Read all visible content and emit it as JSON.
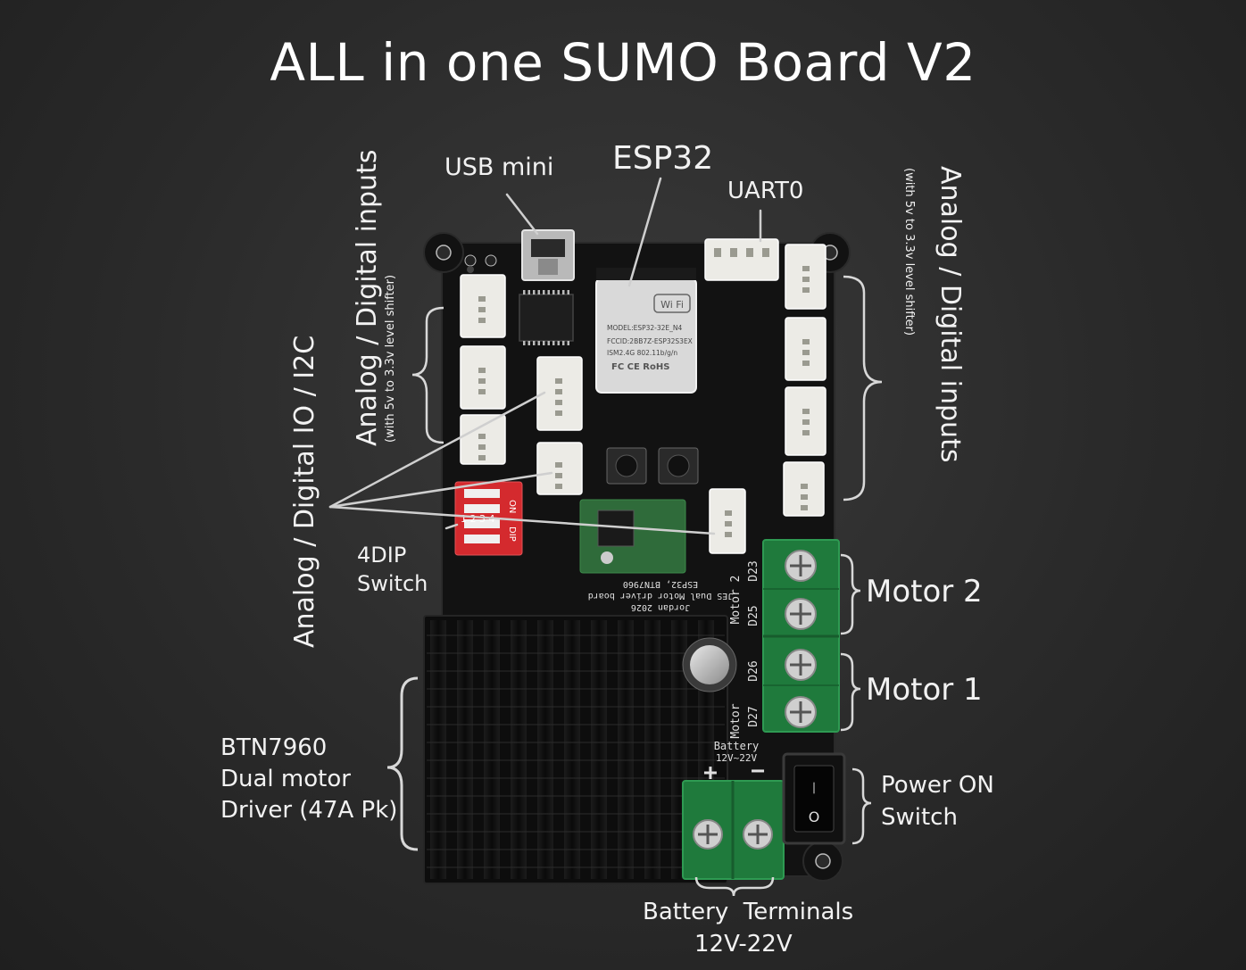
{
  "title": "ALL in one SUMO Board V2",
  "labels": {
    "usb_mini": "USB mini",
    "esp32": "ESP32",
    "uart0": "UART0",
    "left_inputs": "Analog / Digital inputs",
    "left_inputs_sub": "(with 5v to 3.3v level shifter)",
    "io_i2c": "Analog / Digital IO / I2C",
    "right_inputs": "Analog / Digital inputs",
    "right_inputs_sub": "(with 5v to 3.3v level shifter)",
    "dip_line1": "4DIP",
    "dip_line2": "Switch",
    "motor2": "Motor 2",
    "motor1": "Motor 1",
    "driver_line1": "BTN7960",
    "driver_line2": "Dual motor",
    "driver_line3": "Driver (47A Pk)",
    "power_line1": "Power ON",
    "power_line2": "Switch",
    "battery_line1": "Battery  Terminals",
    "battery_line2": "12V-22V"
  },
  "board": {
    "module_wifi": "Wi Fi",
    "module_model": "MODEL:ESP32-32E_N4",
    "module_fcc": "FCCID:2BB7Z-ESP32S3EX",
    "module_ism": "ISM2.4G 802.11b/g/n",
    "module_marks": "FC CE RoHS",
    "dip_on": "ON",
    "dip_dip": "DIP",
    "dip_numbers": "1 2 3 4",
    "silk_board": "JES Dual Motor driver board",
    "silk_chip": "ESP32, BTN7960",
    "silk_author": "Jordan 2026",
    "silk_motor2": "Motor 2",
    "silk_d23": "D23",
    "silk_d25": "D25",
    "silk_motor1": "Motor",
    "silk_d26": "D26",
    "silk_d27": "D27",
    "silk_battery": "Battery",
    "silk_battery_range": "12V~22V",
    "silk_plus": "+",
    "silk_minus": "−",
    "switch_on": "—",
    "switch_off": "O"
  },
  "colors": {
    "board": "#121212",
    "connector": "#ecebe6",
    "terminal": "#1f7a3c",
    "dip": "#d42a2e",
    "heatsink": "#0e0e0e",
    "bracket": "#d8d8d8",
    "text": "#f2f2f2"
  }
}
